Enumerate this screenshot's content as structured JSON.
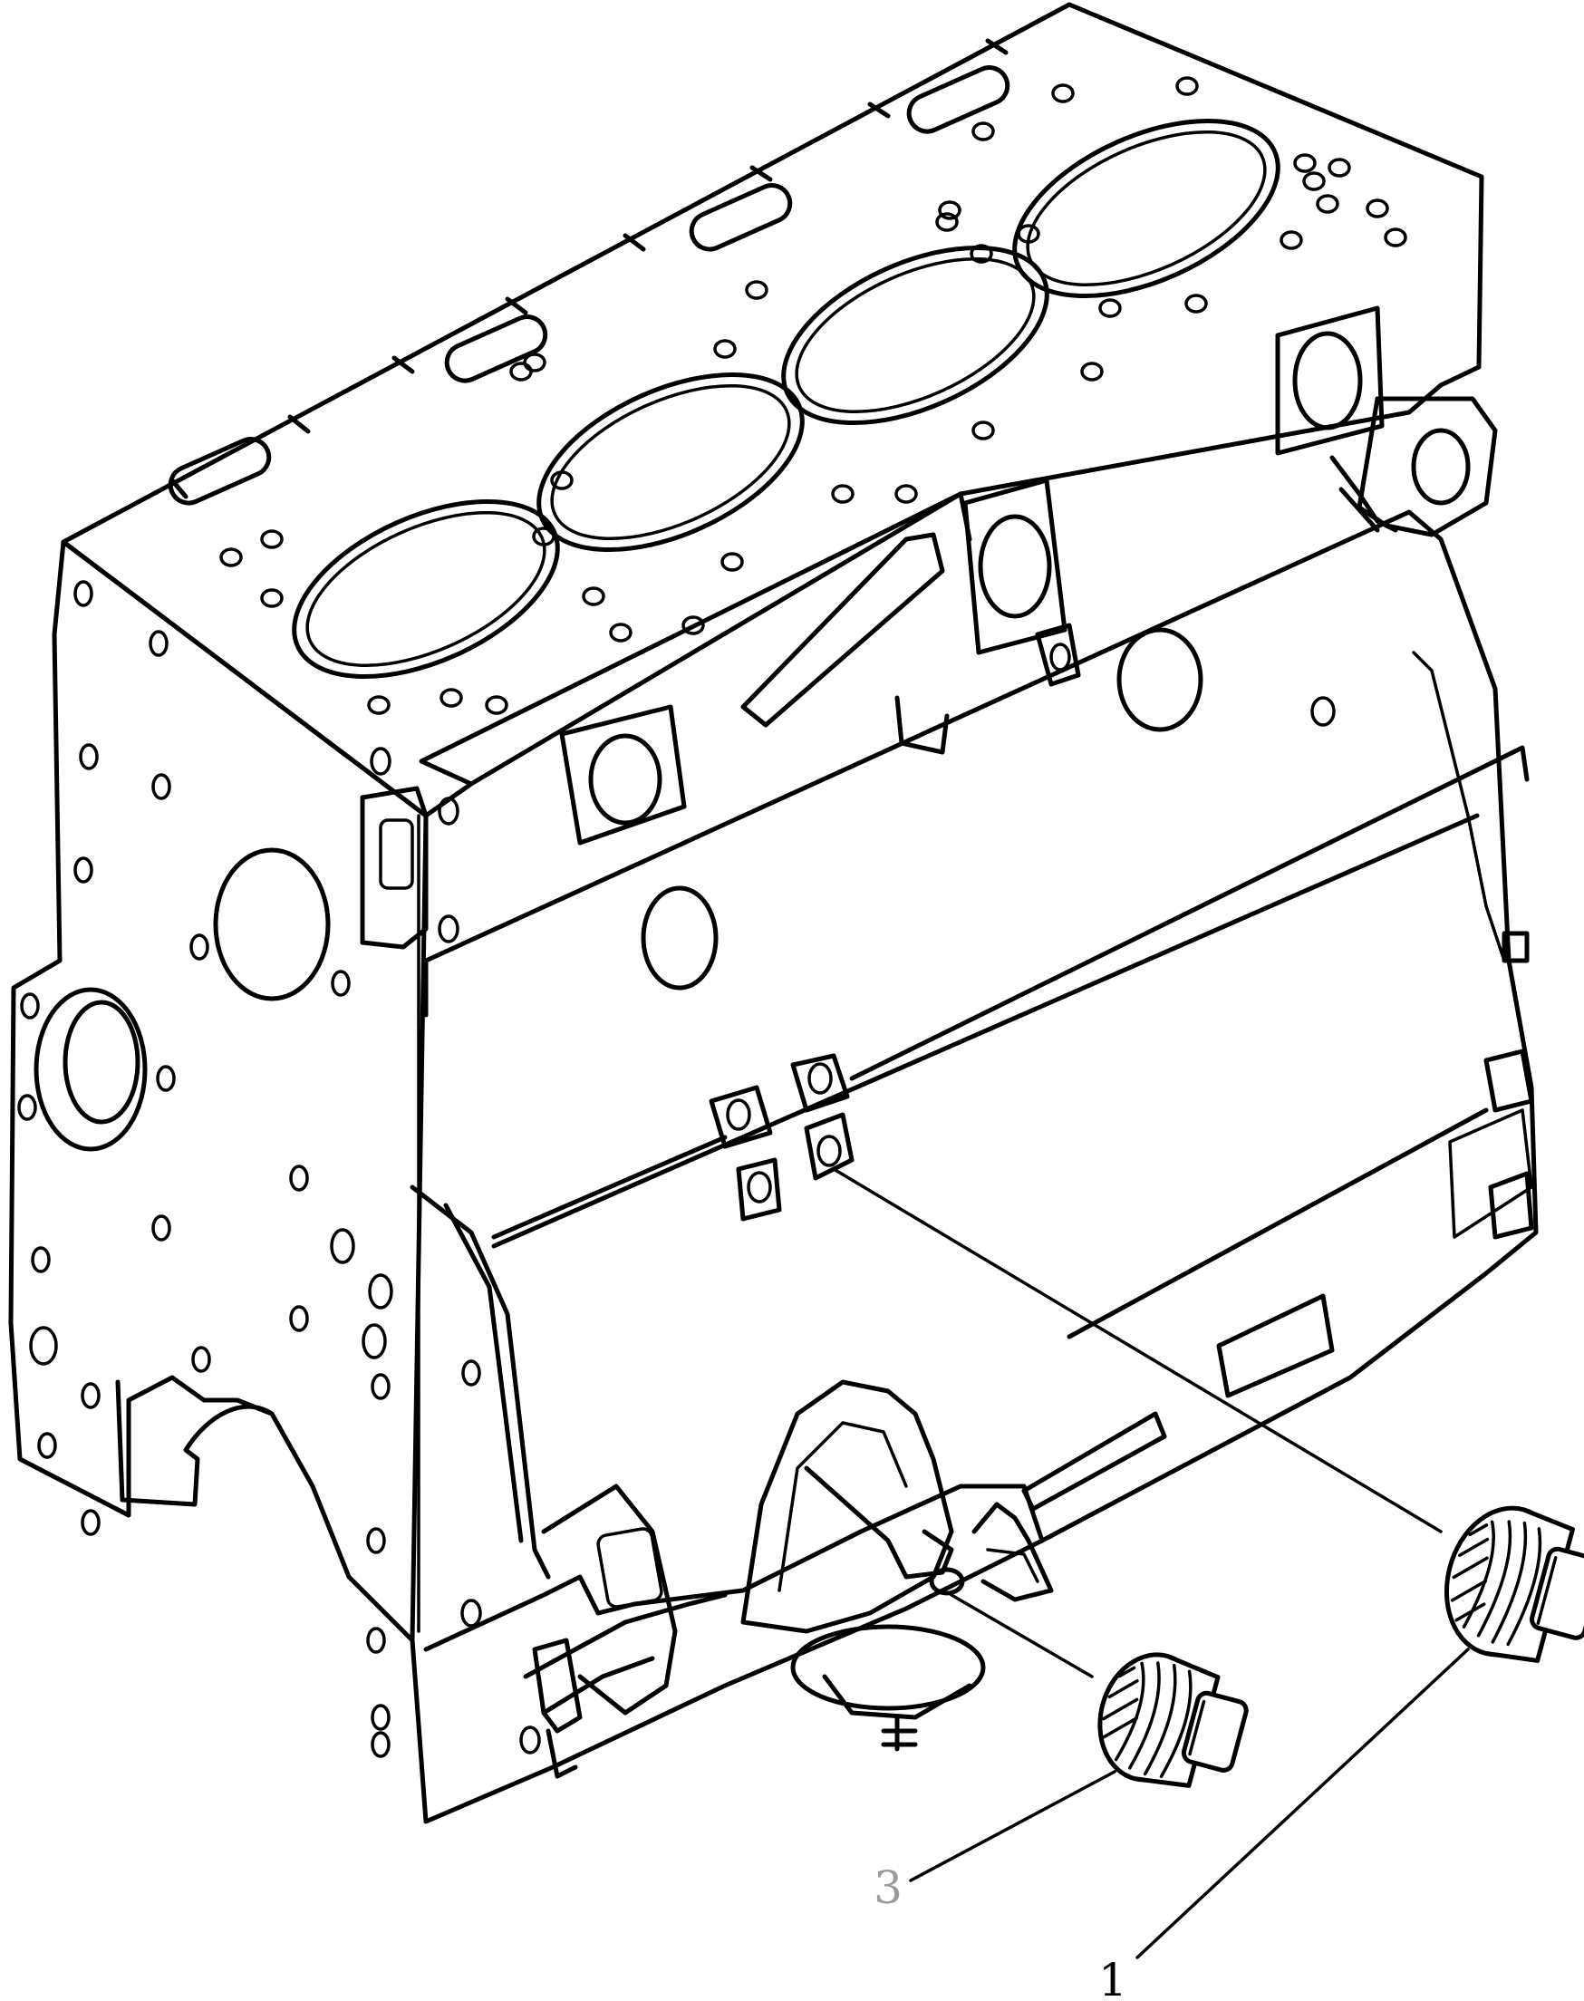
{
  "diagram": {
    "callouts": [
      {
        "id": "plug-lower-left",
        "label": "3"
      },
      {
        "id": "plug-right",
        "label": "1"
      }
    ]
  }
}
